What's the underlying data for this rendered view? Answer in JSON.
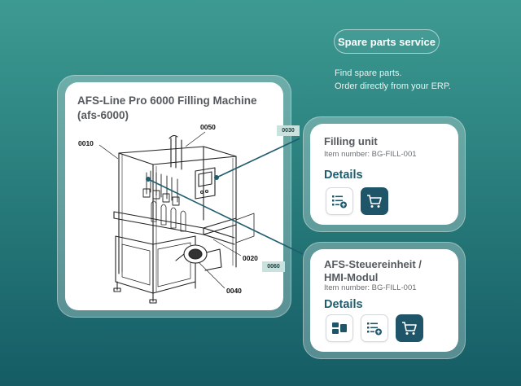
{
  "service": {
    "pill_label": "Spare parts service",
    "tagline_line1": "Find spare parts.",
    "tagline_line2": "Order directly from your ERP."
  },
  "machine": {
    "title": "AFS-Line Pro 6000 Filling Machine (afs-6000)",
    "callouts": [
      "0010",
      "0050",
      "0020",
      "0040"
    ]
  },
  "parts": [
    {
      "tag": "0030",
      "title": "Filling unit",
      "item_number": "Item number: BG-FILL-001",
      "details_label": "Details",
      "actions": [
        "list-add-icon",
        "cart-icon"
      ]
    },
    {
      "tag": "0060",
      "title": "AFS-Steuereinheit / HMI-Modul",
      "item_number": "Item number: BG-FILL-001",
      "details_label": "Details",
      "actions": [
        "modules-icon",
        "list-add-icon",
        "cart-icon"
      ]
    }
  ],
  "colors": {
    "accent": "#1e5569",
    "leader_line": "#1f5d6e",
    "tag_bg": "#c9e2de"
  }
}
